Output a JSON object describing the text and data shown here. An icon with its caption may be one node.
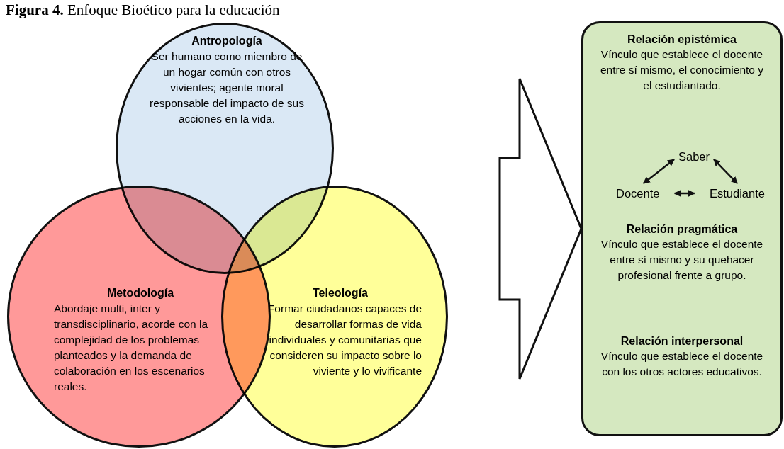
{
  "diagram": {
    "title": "**Figura 4.** Enfoque Bioético para la educación",
    "nodes": [
      {
        "text": [
          "Antropología",
          "Ser humano como miembro de un hogar común con otros vivientes; agente moral responsable del impacto de sus acciones en la vida."
        ]
      },
      {
        "text": [
          "Metodología",
          "Abordaje multi, inter y transdisciplinario, acorde con la complejidad de los problemas planteados y la demanda de colaboración en los escenarios reales."
        ]
      },
      {
        "text": [
          "Teleología",
          "Formar ciudadanos capaces de desarrollar formas de vida individuales y comunitarias que consideren su impacto sobre lo viviente y lo vivificante"
        ]
      },
      {
        "text": [
          "Relación epistémica",
          "Vínculo que establece el docente entre sí mismo, el conocimiento y el estudiantado.",
          "Relación pragmática",
          "Vínculo que establece el docente entre sí mismo y su quehacer profesional frente a grupo.",
          "Relación interpersonal",
          "Vínculo que establece el docente con los otros actores educativos."
        ]
      },
      {
        "text": [
          "Saber"
        ],
        "in": 3
      },
      {
        "text": [
          "Docente"
        ],
        "in": 3
      },
      {
        "text": [
          "Estudiante"
        ],
        "in": 3
      }
    ],
    "edges": [
      {
        "from": null,
        "to": 3,
        "arrow": "to",
        "style": "thick"
      },
      {
        "from": 5,
        "to": 4,
        "arrow": "both"
      },
      {
        "from": 4,
        "to": 6,
        "arrow": "both"
      },
      {
        "from": 5,
        "to": 6,
        "arrow": "both"
      }
    ]
  }
}
